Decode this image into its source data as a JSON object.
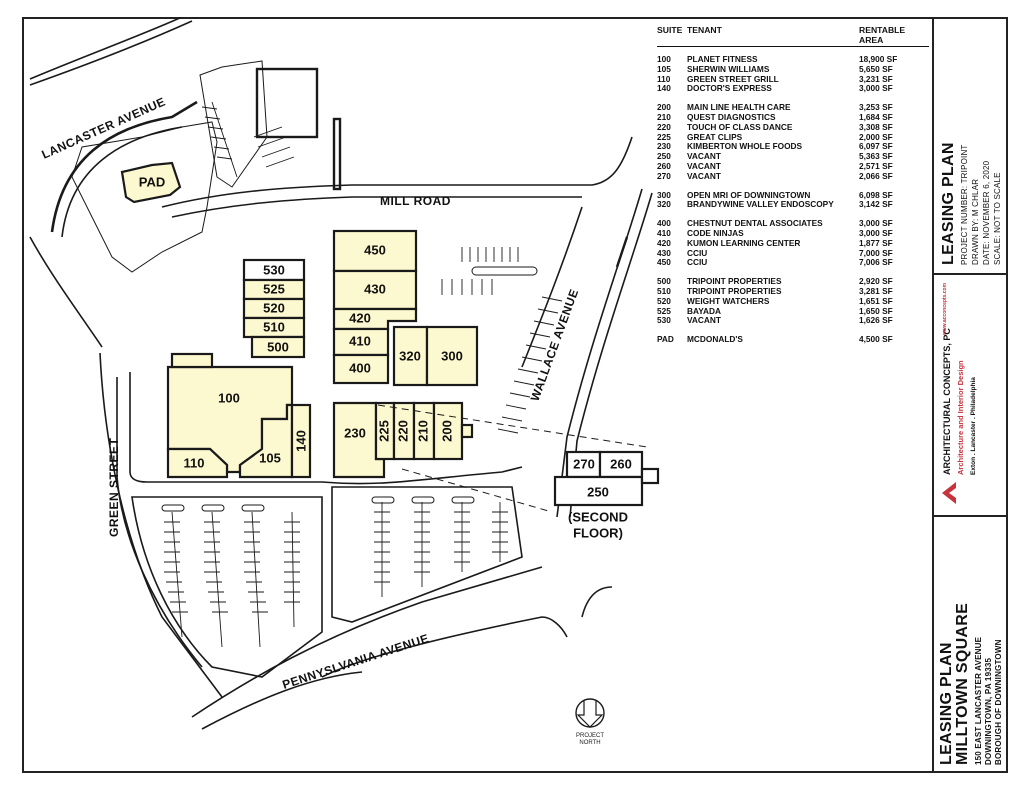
{
  "plan": {
    "streets": {
      "lancaster": "LANCASTER AVENUE",
      "mill": "MILL ROAD",
      "wallace": "WALLACE AVENUE",
      "green": "GREEN STREET",
      "pennsylvania": "PENNYSLVANIA AVENUE"
    },
    "units": {
      "pad": "PAD",
      "u100": "100",
      "u105": "105",
      "u110": "110",
      "u140": "140",
      "u200": "200",
      "u210": "210",
      "u220": "220",
      "u225": "225",
      "u230": "230",
      "u250": "250",
      "u260": "260",
      "u270": "270",
      "u300": "300",
      "u320": "320",
      "u400": "400",
      "u410": "410",
      "u420": "420",
      "u430": "430",
      "u450": "450",
      "u500": "500",
      "u510": "510",
      "u520": "520",
      "u525": "525",
      "u530": "530"
    },
    "second_floor_line1": "(SECOND",
    "second_floor_line2": "FLOOR)",
    "north_line1": "PROJECT",
    "north_line2": "NORTH",
    "colors": {
      "leased_fill": "#fcf8cf",
      "vacant_fill": "#ffffff",
      "line": "#1a1a1a",
      "brand_red": "#c8323c"
    }
  },
  "table": {
    "headers": {
      "suite": "SUITE",
      "tenant": "TENANT",
      "area": "RENTABLE AREA"
    },
    "groups": [
      [
        {
          "suite": "100",
          "tenant": "PLANET FITNESS",
          "area": "18,900 SF"
        },
        {
          "suite": "105",
          "tenant": "SHERWIN WILLIAMS",
          "area": "5,650 SF"
        },
        {
          "suite": "110",
          "tenant": "GREEN STREET GRILL",
          "area": "3,231 SF"
        },
        {
          "suite": "140",
          "tenant": "DOCTOR'S EXPRESS",
          "area": "3,000 SF"
        }
      ],
      [
        {
          "suite": "200",
          "tenant": "MAIN LINE HEALTH CARE",
          "area": "3,253 SF"
        },
        {
          "suite": "210",
          "tenant": "QUEST DIAGNOSTICS",
          "area": "1,684 SF"
        },
        {
          "suite": "220",
          "tenant": "TOUCH OF CLASS DANCE",
          "area": "3,308 SF"
        },
        {
          "suite": "225",
          "tenant": "GREAT CLIPS",
          "area": "2,000 SF"
        },
        {
          "suite": "230",
          "tenant": "KIMBERTON WHOLE FOODS",
          "area": "6,097 SF"
        },
        {
          "suite": "250",
          "tenant": "VACANT",
          "area": "5,363 SF"
        },
        {
          "suite": "260",
          "tenant": "VACANT",
          "area": "2,571 SF"
        },
        {
          "suite": "270",
          "tenant": "VACANT",
          "area": "2,066 SF"
        }
      ],
      [
        {
          "suite": "300",
          "tenant": "OPEN MRI OF DOWNINGTOWN",
          "area": "6,098 SF"
        },
        {
          "suite": "320",
          "tenant": "BRANDYWINE VALLEY ENDOSCOPY",
          "area": "3,142 SF"
        }
      ],
      [
        {
          "suite": "400",
          "tenant": "CHESTNUT DENTAL ASSOCIATES",
          "area": "3,000 SF"
        },
        {
          "suite": "410",
          "tenant": "CODE NINJAS",
          "area": "3,000 SF"
        },
        {
          "suite": "420",
          "tenant": "KUMON LEARNING CENTER",
          "area": "1,877 SF"
        },
        {
          "suite": "430",
          "tenant": "CCIU",
          "area": "7,000 SF"
        },
        {
          "suite": "450",
          "tenant": "CCIU",
          "area": "7,006 SF"
        }
      ],
      [
        {
          "suite": "500",
          "tenant": "TRIPOINT PROPERTIES",
          "area": "2,920 SF"
        },
        {
          "suite": "510",
          "tenant": "TRIPOINT PROPERTIES",
          "area": "3,281 SF"
        },
        {
          "suite": "520",
          "tenant": "WEIGHT WATCHERS",
          "area": "1,651 SF"
        },
        {
          "suite": "525",
          "tenant": "BAYADA",
          "area": "1,650 SF"
        },
        {
          "suite": "530",
          "tenant": "VACANT",
          "area": "1,626 SF"
        }
      ],
      [
        {
          "suite": "PAD",
          "tenant": "MCDONALD'S",
          "area": "4,500 SF"
        }
      ]
    ]
  },
  "titleblock": {
    "sheet_title": "LEASING PLAN",
    "project_number": "PROJECT NUMBER:  TRIPOINT",
    "drawn_by": "DRAWN BY:  M CHLAR",
    "date": "DATE:  NOVEMBER 6, 2020",
    "scale": "SCALE:  NOT TO SCALE",
    "firm_name": "ARCHITECTURAL CONCEPTS, PC",
    "firm_tagline": "Architecture and Interior Design",
    "firm_offices": "Exton . Lancaster . Philadelphia",
    "firm_web": "www.acconcepts.com",
    "project_title_1": "LEASING PLAN",
    "project_title_2": "MILLTOWN SQUARE",
    "address_1": "150 EAST LANCASTER AVENUE",
    "address_2": "DOWNINGTOWN, PA 19335",
    "address_3": "BOROUGH OF DOWNINGTOWN"
  }
}
